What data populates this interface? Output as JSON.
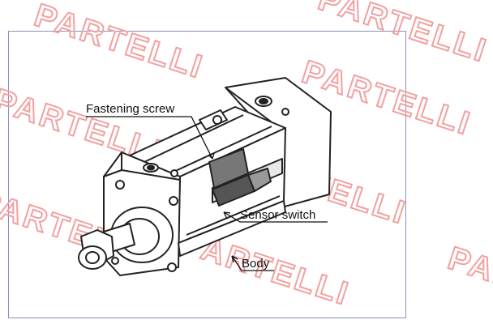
{
  "labels": {
    "fastening_screw": "Fastening screw",
    "sensor_switch": "Sensor switch",
    "body": "Body"
  },
  "watermark": {
    "text": "PARTELLI",
    "color": "#f3a0a0"
  },
  "colors": {
    "frame_border": "#8a8fc0",
    "line": "#222222",
    "sensor_fill": "#555555"
  }
}
